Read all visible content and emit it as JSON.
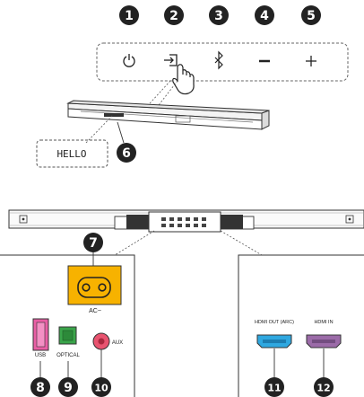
{
  "callouts": {
    "c1": "1",
    "c2": "2",
    "c3": "3",
    "c4": "4",
    "c5": "5",
    "c6": "6",
    "c7": "7",
    "c8": "8",
    "c9": "9",
    "c10": "10",
    "c11": "11",
    "c12": "12"
  },
  "display": {
    "text": "HELLO"
  },
  "ports": {
    "power": "AC~",
    "usb": "USB",
    "optical": "OPTICAL",
    "aux": "AUX",
    "hdmi_out": "HDMI OUT (ARC)",
    "hdmi_in": "HDMI IN"
  },
  "colors": {
    "callout_fill": "#222222",
    "power_socket": "#f7b200",
    "usb_port": "#e85ea4",
    "optical_port": "#3aa54a",
    "aux_jack": "#e8536f",
    "hdmi_out_port": "#2fa8e0",
    "hdmi_in_port": "#9b6ba8"
  },
  "icons": {
    "power": "power-icon",
    "source": "source-input-icon",
    "bluetooth": "bluetooth-icon",
    "volume_down": "minus-icon",
    "volume_up": "plus-icon",
    "finger": "pointing-hand-icon"
  }
}
